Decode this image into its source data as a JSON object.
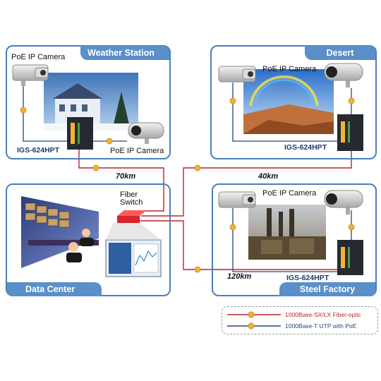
{
  "panels": {
    "weather_station": "Weather Station",
    "desert": "Desert",
    "data_center": "Data Center",
    "steel_factory": "Steel Factory"
  },
  "labels": {
    "poe_camera": "PoE IP Camera",
    "model": "IGS-624HPT",
    "fiber_switch_line1": "Fiber",
    "fiber_switch_line2": "Switch"
  },
  "distances": {
    "weather": "70km",
    "desert": "40km",
    "steel": "120km"
  },
  "legend": {
    "fiber": "1000Base-SX/LX Fiber-optic",
    "utp": "1000Base-T UTP with PoE"
  },
  "colors": {
    "fiber_line": "#b8242c",
    "utp_line": "#23467a",
    "connector": "#f2b233",
    "panel_title_bg": "#5b8fc9"
  }
}
